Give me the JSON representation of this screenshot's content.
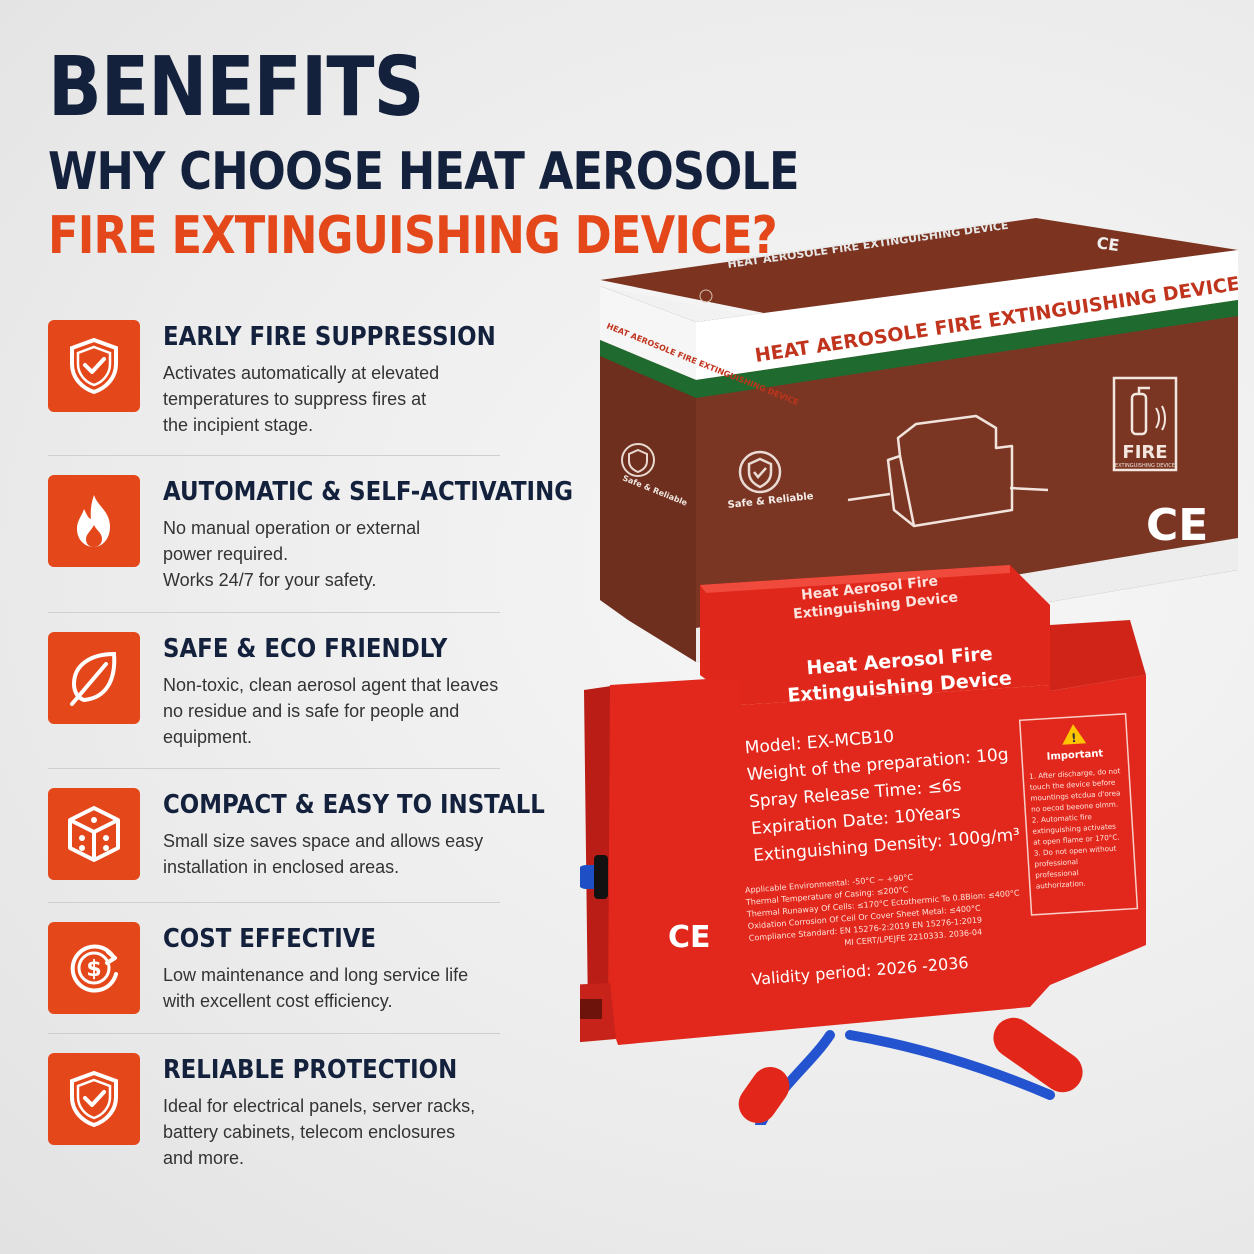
{
  "header": {
    "title": "BENEFITS",
    "subtitle_line1": "WHY CHOOSE HEAT AEROSOLE",
    "subtitle_line2": "FIRE EXTINGUISHING DEVICE?"
  },
  "colors": {
    "accent": "#e4481a",
    "navy": "#14213d",
    "device_red": "#e0271c",
    "box_brown": "#7c3420",
    "box_green": "#1f6a2f"
  },
  "benefits": [
    {
      "icon": "shield-check-icon",
      "title": "EARLY FIRE SUPPRESSION",
      "description": "Activates automatically at elevated\ntemperatures to suppress fires at\nthe incipient stage."
    },
    {
      "icon": "flame-icon",
      "title": "AUTOMATIC & SELF-ACTIVATING",
      "description": "No manual operation or external\npower required.\nWorks 24/7 for your safety."
    },
    {
      "icon": "leaf-icon",
      "title": "SAFE & ECO FRIENDLY",
      "description": "Non-toxic, clean aerosol agent that leaves\nno residue and is safe for people and\nequipment."
    },
    {
      "icon": "cube-icon",
      "title": "COMPACT & EASY TO INSTALL",
      "description": "Small size saves space and allows easy\ninstallation in enclosed areas."
    },
    {
      "icon": "dollar-cycle-icon",
      "title": "COST EFFECTIVE",
      "description": "Low maintenance and long service life\nwith excellent cost efficiency."
    },
    {
      "icon": "shield-check-icon",
      "title": "RELIABLE PROTECTION",
      "description": "Ideal for electrical panels, server racks,\nbattery cabinets, telecom enclosures\nand more."
    }
  ],
  "box": {
    "lid_text": "HEAT AEROSOLE FIRE EXTINGUISHING DEVICE",
    "front_title": "HEAT AEROSOLE FIRE EXTINGUISHING DEVICE",
    "side_text": "HEAT AEROSOLE FIRE EXTINGUISHING DEVICE",
    "badge_text": "Safe & Reliable",
    "side_badge_text": "Safe & Reliable",
    "fire_label": "FIRE",
    "fire_sub": "EXTINGUISHING DEVICE",
    "ce_mark": "CE"
  },
  "device": {
    "top_label": "Heat Aerosol Fire\nExtinguishing Device",
    "title_line1": "Heat Aerosol Fire",
    "title_line2": "Extinguishing Device",
    "specs": [
      "Model:  EX-MCB10",
      "Weight of the preparation: 10g",
      "Spray Release Time: ≤6s",
      "Expiration Date: 10Years",
      "Extinguishing Density: 100g/m³"
    ],
    "small_specs": [
      "Applicable Environmental: -50°C ~ +90°C",
      "Thermal Temperature of Casing: ≤200°C",
      "Thermal Runaway Of Cells: ≤170°C Ectothermic To 0.8Bion: ≤400°C",
      "Oxidation Corrosion Of Ceil Or Cover Sheet Metal: ≤400°C",
      "Compliance Standard: EN 15276-2:2019     EN 15276-1:2019",
      "MI CERT/LPEJFE     2210333. 2036-04"
    ],
    "validity": "Validity period: 2026 -2036",
    "ce_mark": "CE",
    "important_title": "Important",
    "important_lines": [
      "1. After discharge, do not",
      "touch the device before",
      "mountings etcdua d'orea",
      "no oecod beeone olmm.",
      "2. Automatic fire",
      "extinguishing activates",
      "at open flame or 170°C.",
      "3. Do not open without",
      "professional",
      "professional",
      "authorization."
    ]
  }
}
